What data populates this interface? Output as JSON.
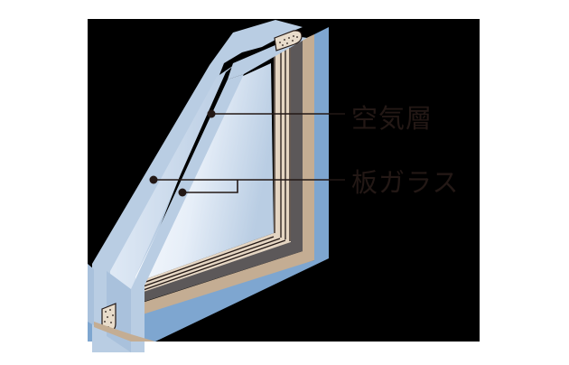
{
  "diagram": {
    "type": "double-glazed window cross-section",
    "labels": [
      {
        "id": "air_layer",
        "text": "空気層"
      },
      {
        "id": "sheet_glass",
        "text": "板ガラス"
      }
    ]
  },
  "colors": {
    "backdrop": "#000000",
    "glass_edge": "#b9cde3",
    "glass_face_light": "#ffffff",
    "glass_face_tint": "#c2d4ea",
    "spacer": "#e4d5c2",
    "spacer_line": "#231815",
    "sealant_dark": "#5c5859",
    "sealant_tan": "#c4ad93",
    "frame_blue": "#7ea6d0",
    "desiccant": "#e8dccb",
    "leader_line": "#231815",
    "text": "#231815"
  }
}
